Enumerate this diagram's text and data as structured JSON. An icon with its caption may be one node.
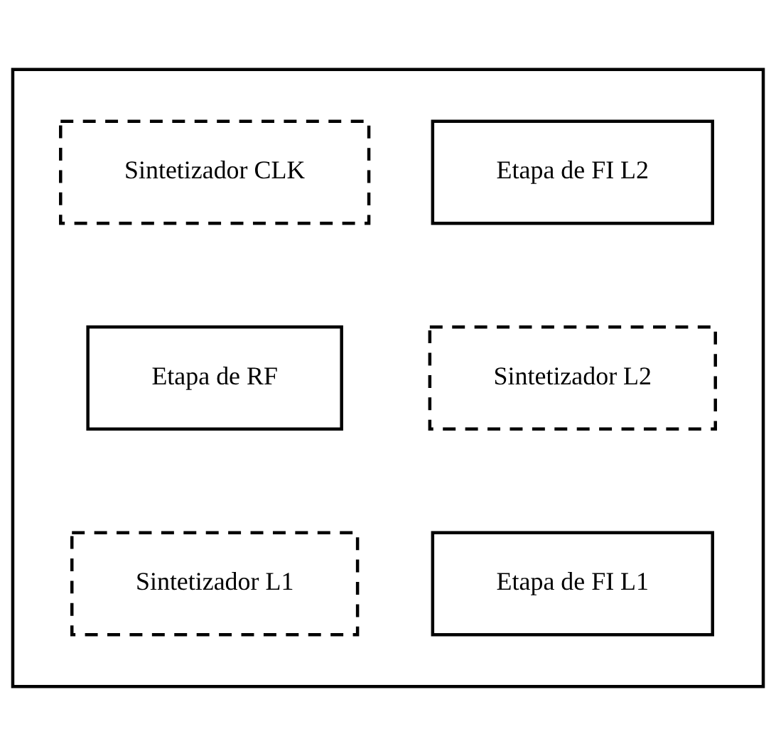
{
  "diagram": {
    "nodes": [
      {
        "text": [],
        "shape": "box"
      },
      {
        "text": [
          "Sintetizador CLK"
        ],
        "in": 0
      },
      {
        "text": [
          "Etapa de FI L2"
        ],
        "in": 0
      },
      {
        "text": [
          "Etapa de RF"
        ],
        "in": 0
      },
      {
        "text": [
          "Sintetizador L2"
        ],
        "in": 0
      },
      {
        "text": [
          "Sintetizador L1"
        ],
        "in": 0
      },
      {
        "text": [
          "Etapa de FI L1"
        ],
        "in": 0
      }
    ]
  }
}
